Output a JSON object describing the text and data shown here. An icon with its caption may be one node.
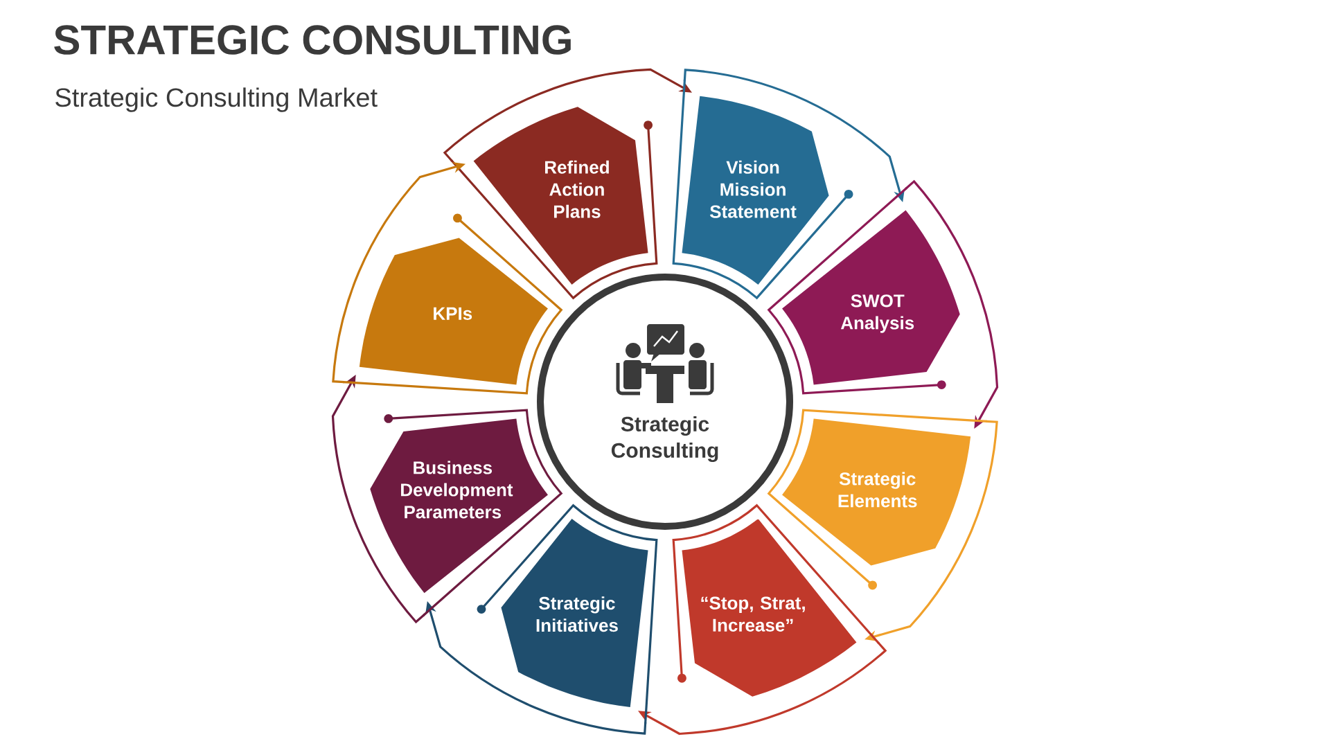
{
  "diagram": {
    "title": "STRATEGIC CONSULTING",
    "nodes": [
      {
        "text": [
          "Strategic Consulting"
        ]
      },
      {
        "text": [
          "Refined Action Plans"
        ]
      },
      {
        "text": [
          "Vision Mission Statement"
        ]
      },
      {
        "text": [
          "SWOT Analysis"
        ]
      },
      {
        "text": [
          "Strategic Elements"
        ]
      },
      {
        "text": [
          "“Stop, Strat, Increase”"
        ]
      },
      {
        "text": [
          "Strategic Initiatives"
        ]
      },
      {
        "text": [
          "Business Development Parameters"
        ]
      },
      {
        "text": [
          "KPIs"
        ]
      }
    ],
    "edges": [
      {
        "from": 1,
        "to": 2,
        "arrow": "to",
        "color": "#8b2a22"
      },
      {
        "from": 2,
        "to": 3,
        "arrow": "to",
        "color": "#256c93"
      },
      {
        "from": 3,
        "to": 4,
        "arrow": "to",
        "color": "#8e1a55"
      },
      {
        "from": 4,
        "to": 5,
        "arrow": "to",
        "color": "#f0a02a"
      },
      {
        "from": 5,
        "to": 6,
        "arrow": "to",
        "color": "#c0392b"
      },
      {
        "from": 6,
        "to": 7,
        "arrow": "to",
        "color": "#1f4e6e"
      },
      {
        "from": 7,
        "to": 8,
        "arrow": "to",
        "color": "#6e1b40"
      },
      {
        "from": 8,
        "to": 1,
        "arrow": "to",
        "color": "#c7790e"
      }
    ],
    "labels": [
      "Strategic Consulting Market"
    ]
  }
}
